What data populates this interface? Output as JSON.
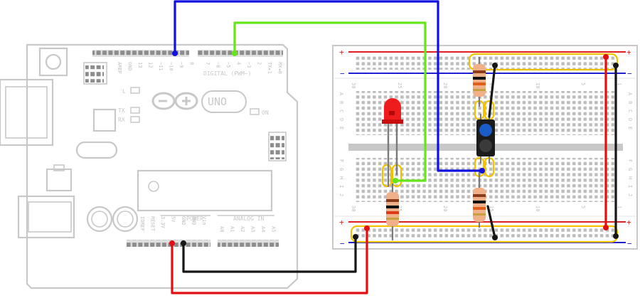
{
  "arduino": {
    "board": "UNO",
    "header_top_left": [
      "AREF",
      "GND",
      "13",
      "12",
      "~11",
      "~10",
      "~9",
      "8"
    ],
    "header_top_right": [
      "7",
      "~6",
      "~5",
      "4",
      "~3",
      "2",
      "TX▸1",
      "RX◂0"
    ],
    "digital_label": "DIGITAL (PWM~)",
    "power_label": "POWER",
    "analog_label": "ANALOG IN",
    "power_pins": [
      "IOREF",
      "RESET",
      "3.3V",
      "5V",
      "GND",
      "GND",
      "Vin"
    ],
    "analog_pins": [
      "A0",
      "A1",
      "A2",
      "A3",
      "A4",
      "A5"
    ],
    "leds": [
      "L",
      "TX",
      "RX",
      "ON"
    ]
  },
  "breadboard": {
    "row_letters_top": [
      "A",
      "B",
      "C",
      "D",
      "E"
    ],
    "row_letters_bottom": [
      "F",
      "G",
      "H",
      "I",
      "J"
    ],
    "column_numbers": [
      "30",
      "25",
      "20",
      "15",
      "10",
      "5",
      "1"
    ],
    "rail_plus": "+",
    "rail_minus": "−"
  },
  "colors": {
    "wire_blue": "#1010e0",
    "wire_green": "#66e61a",
    "wire_red": "#e01010",
    "wire_black": "#161616",
    "board_outline": "#c8c8c8",
    "rail_red": "#e02020",
    "rail_blue": "#2020d0",
    "highlight": "#f2c200"
  }
}
